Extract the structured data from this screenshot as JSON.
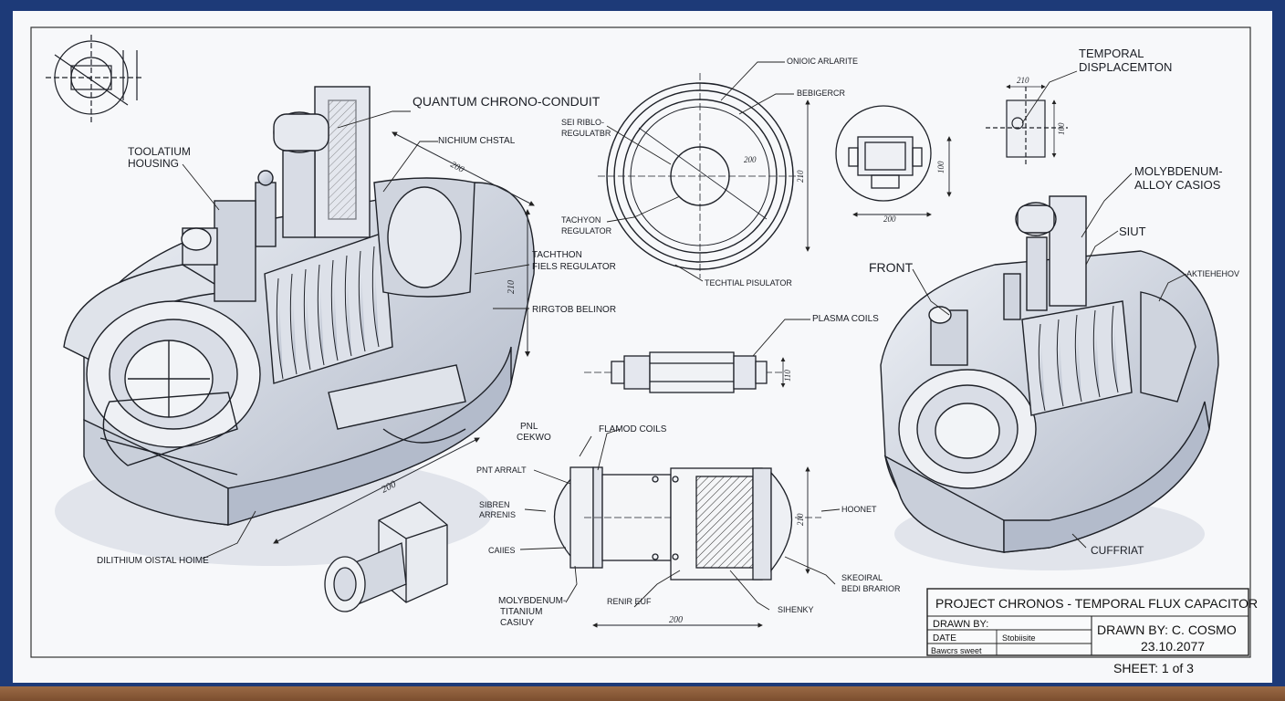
{
  "colors": {
    "border": "#1d3a78",
    "paper": "#f7f8fa",
    "ink": "#1a1d24",
    "shade": "#b9c0cf"
  },
  "labels": {
    "quantum_conduit": "QUANTUM CHRONO-CONDUIT",
    "housing_1": "TOOLATIUM",
    "housing_2": "HOUSING",
    "crystal_top": "NICHIUM CHSTAL",
    "tachyon_field_1": "TACHTHON",
    "tachyon_field_2": "FIELS REGULATOR",
    "ringtob": "RIRGTOB BELINOR",
    "dilithium": "DILITHIUM OISTAL HOIME",
    "onion": "ONIOIC ARLARITE",
    "bebigercr": "BEBIGERCR",
    "sel_regulator_1": "SEI RIBLO-",
    "sel_regulator_2": "REGULATBR",
    "tachyon_reg_1": "TACHYON",
    "tachyon_reg_2": "REGULATOR",
    "technical_insulator": "TECHTIAL PISULATOR",
    "plasma_coils": "PLASMA COILS",
    "temporal_1": "TEMPORAL",
    "temporal_2": "DISPLACEMTON",
    "molyb_1": "MOLYBDENUM-",
    "molyb_2": "ALLOY CASIOS",
    "siut": "SIUT",
    "front": "FRONT",
    "aktiehov": "AKTIEHEHOV",
    "cuffriat": "CUFFRIAT",
    "pnl_1": "PNL",
    "pnl_2": "CEKWO",
    "flamod": "FLAMOD COILS",
    "pnt_arralt": "PNT ARRALT",
    "siren_1": "SIBREN",
    "siren_2": "ARRENIS",
    "caiies": "CAIIES",
    "moly_ti_1": "MOLYBDENUM-",
    "moly_ti_2": "TITANIUM",
    "moly_ti_3": "CASIUY",
    "renir": "RENIR EUF",
    "sihenky": "SIHENKY",
    "skeoiral_1": "SKEOIRAL",
    "skeoiral_2": "BEDI BRARIOR",
    "hoonet": "HOONET"
  },
  "dimensions": {
    "d_top": "200",
    "d_right": "210",
    "d_bottom": "200",
    "d_circle_v": "210",
    "d_circle_inner": "200",
    "d_rect_h": "200",
    "d_rect_v": "100",
    "d_temporal_h": "210",
    "d_temporal_v": "100",
    "d_plasma": "110",
    "d_section_h": "200",
    "d_section_v": "210"
  },
  "title_block": {
    "title": "PROJECT CHRONOS - TEMPORAL FLUX CAPACITOR",
    "drawn_by_label": "DRAWN BY:",
    "date_label": "DATE",
    "date_value": "Stobiisite",
    "sheet_left_label": "Bawcrs sweet",
    "drawn_by": "DRAWN BY:  C. COSMO",
    "date": "23.10.2077",
    "sheet": "SHEET: 1 of 3"
  }
}
